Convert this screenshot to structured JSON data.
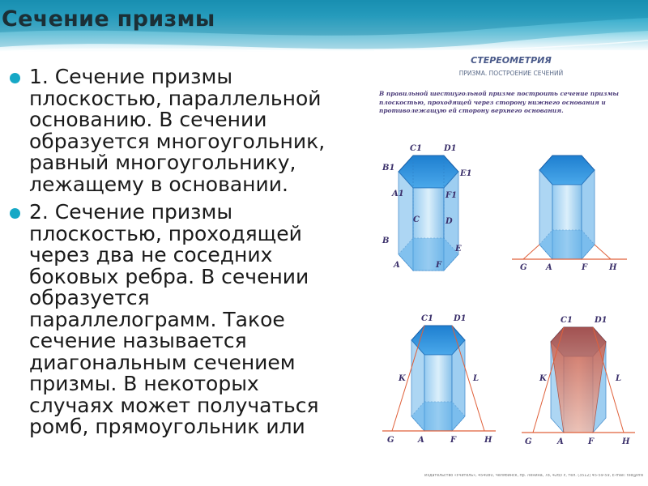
{
  "title": "Сечение призмы",
  "bullets": [
    {
      "lines": [
        "1. Сечение призмы",
        "плоскостью, параллельной",
        "основанию. В сечении",
        "образуется многоугольник,",
        "равный многоугольнику,",
        "лежащему в основании."
      ]
    },
    {
      "lines": [
        "2. Сечение призмы",
        "плоскостью, проходящей",
        "через два не соседних",
        "боковых ребра. В сечении",
        "образуется",
        "параллелограмм. Такое",
        "сечение называется",
        "диагональным сечением",
        "призмы. В некоторых",
        "случаях может получаться",
        "ромб, прямоугольник или"
      ]
    }
  ],
  "figure": {
    "title": "СТЕРЕОМЕТРИЯ",
    "subtitle": "ПРИЗМА. ПОСТРОЕНИЕ СЕЧЕНИЙ",
    "task": [
      "В правильной шестиугольной призме построить сечение призмы",
      "плоскостью, проходящей через сторону нижнего основания и",
      "противолежащую ей сторону верхнего основания."
    ],
    "footer": "Издательство «Учитель», 454080, Челябинск, пр. Ленина, 78, 42б/ГУ, тел. (3512) 45-59-59, E-mail: tile@intec-ru.ru, Internet: www.rmk-ural.ru",
    "labels": {
      "top1": [
        "C1",
        "D1",
        "B1",
        "E1",
        "A1",
        "F1",
        "C",
        "D",
        "B",
        "E",
        "A",
        "F"
      ],
      "top2": [
        "G",
        "A",
        "F",
        "H"
      ],
      "bottom1": [
        "C1",
        "D1",
        "K",
        "L",
        "G",
        "A",
        "F",
        "H"
      ],
      "bottom2": [
        "C1",
        "D1",
        "K",
        "L",
        "G",
        "A",
        "F",
        "H"
      ]
    }
  },
  "colors": {
    "accent": "#16a8c6",
    "prism_blue": "#2f8fd6",
    "prism_light": "#bfe0f6",
    "section_red": "#d9553a",
    "construction_line": "#e0603a"
  }
}
